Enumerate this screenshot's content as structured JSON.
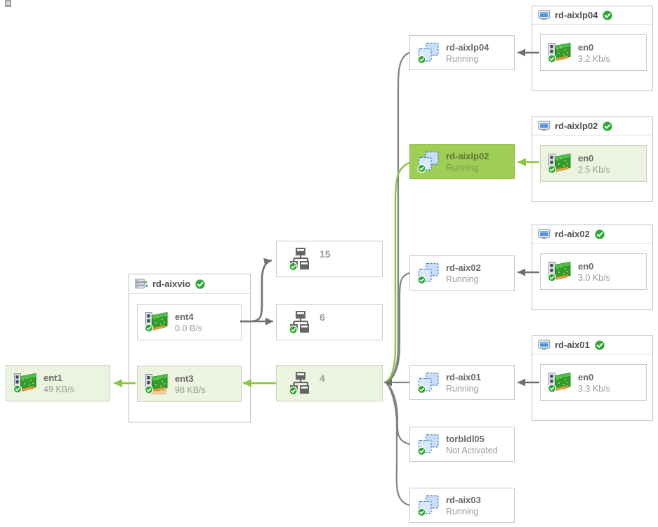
{
  "standalone_adapter": {
    "title": "ent1",
    "value": "49 KB/s",
    "highlighted": true
  },
  "vio_server": {
    "title": "rd-aixvio",
    "status": "ok",
    "adapters": [
      {
        "title": "ent4",
        "value": "0.0 B/s"
      },
      {
        "title": "ent3",
        "value": "98 KB/s",
        "highlighted": true
      }
    ]
  },
  "switches": [
    {
      "label": "15"
    },
    {
      "label": "6"
    },
    {
      "label": "4",
      "highlighted": true
    }
  ],
  "lpar_nodes": [
    {
      "title": "rd-aixlp04",
      "status": "Running"
    },
    {
      "title": "rd-aixlp02",
      "status": "Running",
      "highlighted": true
    },
    {
      "title": "rd-aix02",
      "status": "Running"
    },
    {
      "title": "rd-aix01",
      "status": "Running"
    },
    {
      "title": "torbldl05",
      "status": "Not Activated"
    },
    {
      "title": "rd-aix03",
      "status": "Running"
    }
  ],
  "lpar_containers": [
    {
      "title": "rd-aixlp04",
      "status": "ok",
      "adapter": {
        "title": "en0",
        "value": "3.2 Kb/s"
      }
    },
    {
      "title": "rd-aixlp02",
      "status": "ok",
      "adapter": {
        "title": "en0",
        "value": "2.5 Kb/s"
      },
      "highlighted": true
    },
    {
      "title": "rd-aix02",
      "status": "ok",
      "adapter": {
        "title": "en0",
        "value": "3.0 Kb/s"
      }
    },
    {
      "title": "rd-aix01",
      "status": "ok",
      "adapter": {
        "title": "en0",
        "value": "3.3 Kb/s"
      }
    }
  ],
  "icons": {
    "status-ok-icon": "green circle with white check",
    "ethernet-adapter-icon": "green network interface card",
    "shared-ethernet-adapter-icon": "green network card on a hand",
    "lpar-icon": "two overlapping dashed blue squares",
    "computer-icon": "small monitor with blue screen",
    "vio-server-icon": "server stack with sync arrows",
    "network-switch-icon": "device linked to two devices"
  },
  "colors": {
    "highlight_green": "#9fce55",
    "soft_green_fill": "#ecf3de",
    "green_line": "#8cc63f",
    "gray_line": "#7d7d7d"
  }
}
